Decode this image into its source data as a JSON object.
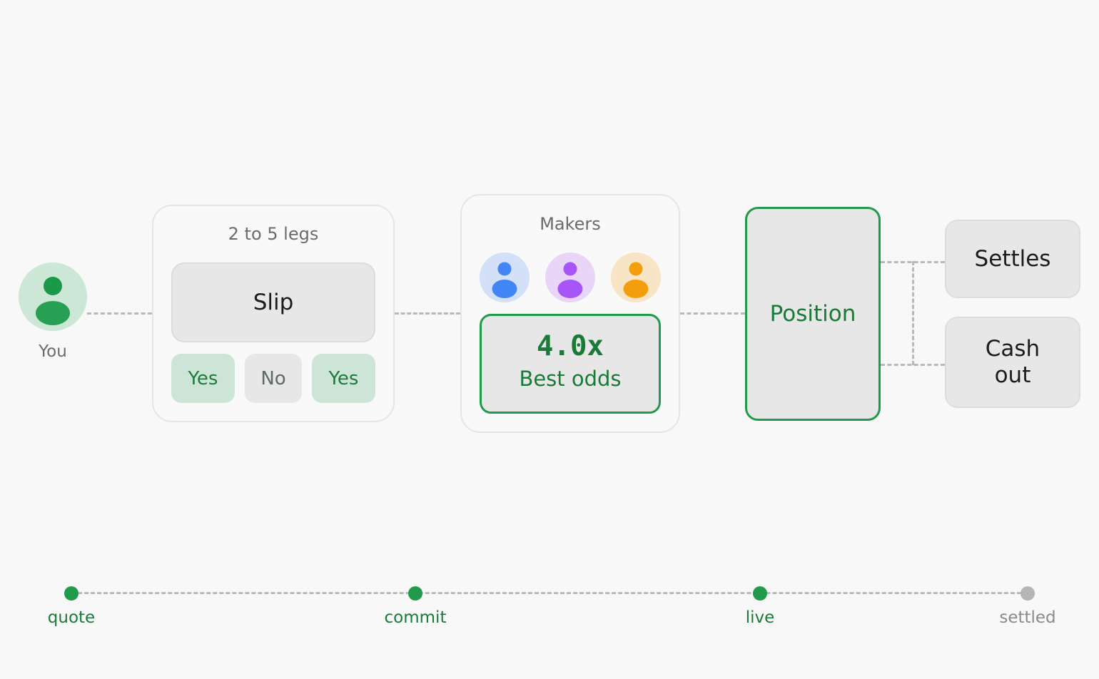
{
  "you": {
    "label": "You"
  },
  "slip": {
    "caption": "2 to 5 legs",
    "title": "Slip",
    "legs": [
      {
        "label": "Yes",
        "state": "yes"
      },
      {
        "label": "No",
        "state": "no"
      },
      {
        "label": "Yes",
        "state": "yes"
      }
    ]
  },
  "makers": {
    "caption": "Makers",
    "avatars": [
      {
        "bg": "#d3e0f7",
        "fg": "#4285f4"
      },
      {
        "bg": "#e9d5f7",
        "fg": "#a855f7"
      },
      {
        "bg": "#f8e5c5",
        "fg": "#f59e0b"
      }
    ],
    "odds": "4.0x",
    "odds_caption": "Best odds"
  },
  "position": {
    "label": "Position"
  },
  "outcomes": {
    "settles": "Settles",
    "cash_out": "Cash\nout"
  },
  "timeline": {
    "steps": [
      {
        "label": "quote",
        "done": true
      },
      {
        "label": "commit",
        "done": true
      },
      {
        "label": "live",
        "done": true
      },
      {
        "label": "settled",
        "done": false
      }
    ]
  },
  "colors": {
    "accent": "#219a4c",
    "accent_text": "#1a7a38",
    "inactive": "#b5b5b5"
  }
}
